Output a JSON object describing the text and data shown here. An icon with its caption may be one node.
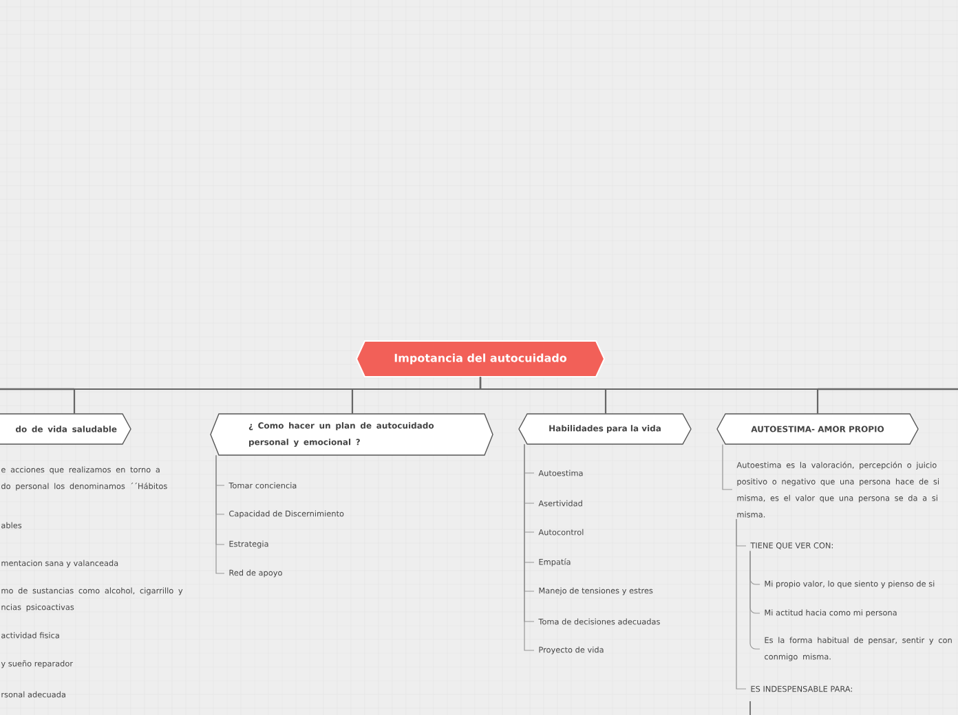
{
  "diagram": {
    "nodes": [
      {
        "text": [
          "Impotancia del  autocuidado"
        ]
      },
      {
        "text": [
          "do de vida saludable"
        ]
      },
      {
        "text": [
          "¿ Como hacer un plan de autocuidado personal y emocional ?"
        ]
      },
      {
        "text": [
          "Habilidades para la vida"
        ]
      },
      {
        "text": [
          "AUTOESTIMA- AMOR PROPIO"
        ]
      },
      {
        "text": [
          "Tomar conciencia"
        ]
      },
      {
        "text": [
          "Capacidad de Discernimiento"
        ]
      },
      {
        "text": [
          "Estrategia"
        ]
      },
      {
        "text": [
          "Red de apoyo"
        ]
      },
      {
        "text": [
          "Autoestima"
        ]
      },
      {
        "text": [
          "Asertividad"
        ]
      },
      {
        "text": [
          "Autocontrol"
        ]
      },
      {
        "text": [
          "Empatía"
        ]
      },
      {
        "text": [
          "Manejo de tensiones y estres"
        ]
      },
      {
        "text": [
          "Toma de decisiones adecuadas"
        ]
      },
      {
        "text": [
          "Proyecto de vida"
        ]
      },
      {
        "text": [
          "Autoestima es la valoración, percepción o juicio positivo o negativo que una persona hace de si misma, es el valor que una persona se da a si misma."
        ]
      },
      {
        "text": [
          "TIENE QUE VER CON:"
        ]
      },
      {
        "text": [
          "ES INDESPENSABLE PARA:"
        ]
      },
      {
        "text": [
          "Mi propio valor, lo que siento y pienso de si"
        ]
      },
      {
        "text": [
          "Mi actitud hacia como mi persona"
        ]
      },
      {
        "text": [
          "Es la forma habitual de pensar, sentir y con conmigo misma."
        ]
      }
    ],
    "edges": [
      {
        "from": 0,
        "to": 1,
        "arrow": "none",
        "color": "#666666"
      },
      {
        "from": 0,
        "to": 2,
        "arrow": "none",
        "color": "#666666"
      },
      {
        "from": 0,
        "to": 3,
        "arrow": "none",
        "color": "#666666"
      },
      {
        "from": 0,
        "to": 4,
        "arrow": "none",
        "color": "#666666"
      },
      {
        "from": 2,
        "to": 5,
        "arrow": "none"
      },
      {
        "from": 2,
        "to": 6,
        "arrow": "none"
      },
      {
        "from": 2,
        "to": 7,
        "arrow": "none"
      },
      {
        "from": 2,
        "to": 8,
        "arrow": "none"
      },
      {
        "from": 3,
        "to": 9,
        "arrow": "none"
      },
      {
        "from": 3,
        "to": 10,
        "arrow": "none"
      },
      {
        "from": 3,
        "to": 11,
        "arrow": "none"
      },
      {
        "from": 3,
        "to": 12,
        "arrow": "none"
      },
      {
        "from": 3,
        "to": 13,
        "arrow": "none"
      },
      {
        "from": 3,
        "to": 14,
        "arrow": "none"
      },
      {
        "from": 3,
        "to": 15,
        "arrow": "none"
      },
      {
        "from": 4,
        "to": 16,
        "arrow": "none"
      },
      {
        "from": 16,
        "to": 17,
        "arrow": "none"
      },
      {
        "from": 16,
        "to": 18,
        "arrow": "none"
      },
      {
        "from": 17,
        "to": 19,
        "arrow": "none"
      },
      {
        "from": 17,
        "to": 20,
        "arrow": "none"
      },
      {
        "from": 17,
        "to": 21,
        "arrow": "none"
      }
    ],
    "labels": [
      "e acciones que realizamos en torno a do personal los denominamos ´´Hábitos",
      "ables",
      "mentacion sana y valanceada",
      "mo de sustancias como alcohol, cigarrillo y ncias psicoactivas",
      "actividad fisica",
      "y sueño reparador",
      "rsonal adecuada"
    ]
  }
}
